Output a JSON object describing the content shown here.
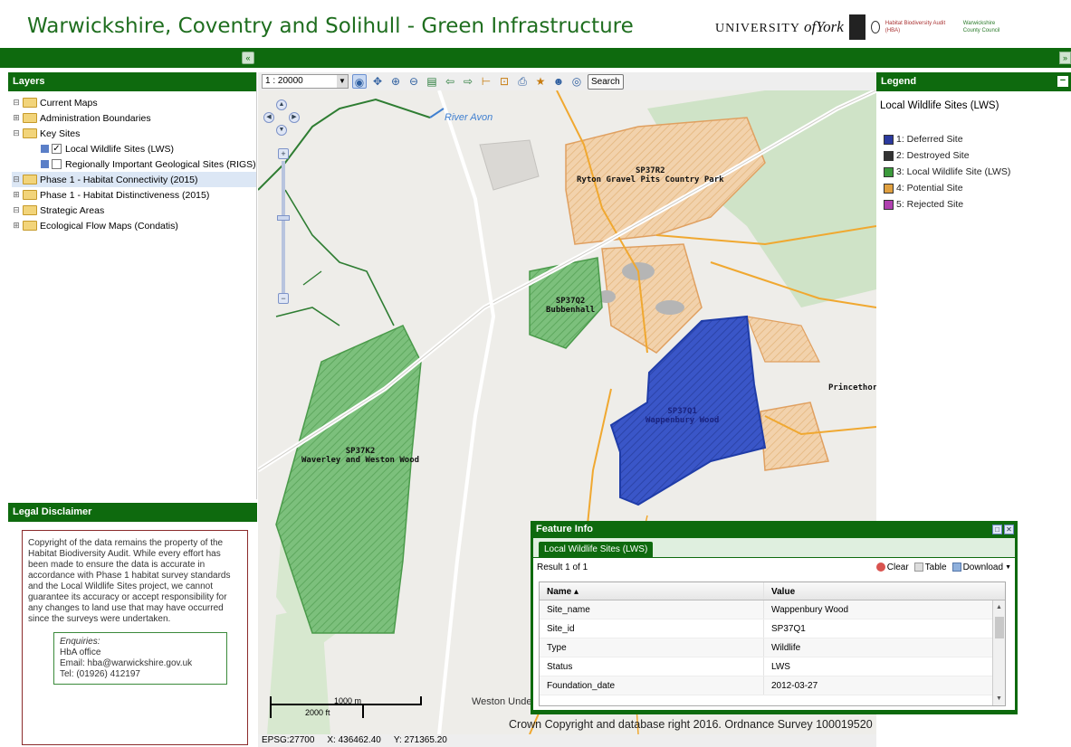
{
  "header": {
    "title": "Warwickshire, Coventry and Solihull - Green Infrastructure",
    "logos": {
      "york_prefix": "UNIVERSITY",
      "york_of": "of",
      "york_name": "York",
      "hba_text": "Habitat Biodiversity Audit (HBA)",
      "wcc_text": "Warwickshire County Council"
    }
  },
  "layers": {
    "title": "Layers",
    "items": [
      {
        "label": "Current Maps"
      },
      {
        "label": "Administration Boundaries"
      },
      {
        "label": "Key Sites"
      },
      {
        "label": "Local Wildlife Sites (LWS)",
        "checked": true
      },
      {
        "label": "Regionally Important Geological Sites (RIGS)",
        "checked": false
      },
      {
        "label": "Phase 1 - Habitat Connectivity (2015)"
      },
      {
        "label": "Phase 1 - Habitat Distinctiveness (2015)"
      },
      {
        "label": "Strategic Areas"
      },
      {
        "label": "Ecological Flow Maps (Condatis)"
      }
    ]
  },
  "disclaimer": {
    "title": "Legal Disclaimer",
    "text": "Copyright of the data remains the property of the Habitat Biodiversity Audit. While every effort has been made to ensure the data is accurate in accordance with Phase 1 habitat survey standards and the Local Wildlife Sites project, we cannot guarantee its accuracy or accept responsibility for any changes to land use that may have occurred since the surveys were undertaken.",
    "enquiries_label": "Enquiries:",
    "office": "HbA office",
    "email": "Email: hba@warwickshire.gov.uk",
    "tel": "Tel: (01926) 412197"
  },
  "toolbar": {
    "scale": "1 : 20000",
    "search_label": "Search"
  },
  "map": {
    "labels": [
      {
        "code": "SP37R2",
        "name": "Ryton Gravel Pits Country Park"
      },
      {
        "code": "SP37Q2",
        "name": "Bubbenhall"
      },
      {
        "code": "SP37Q1",
        "name": "Wappenbury Wood"
      },
      {
        "code": "SP37K2",
        "name": "Waverley and Weston Wood"
      }
    ],
    "river_label": "River Avon",
    "place_princethorpe": "Princethorpe",
    "place_weston": "Weston Under",
    "scale_m": "1000 m",
    "scale_ft": "2000 ft",
    "copyright": "Crown Copyright and database right 2016. Ordnance Survey 100019520"
  },
  "status": {
    "epsg": "EPSG:27700",
    "x": "X: 436462.40",
    "y": "Y: 271365.20"
  },
  "legend": {
    "title": "Legend",
    "layer_title": "Local Wildlife Sites (LWS)",
    "items": [
      {
        "label": "1: Deferred Site",
        "color": "#2b3a9e"
      },
      {
        "label": "2: Destroyed Site",
        "color": "#333333"
      },
      {
        "label": "3: Local Wildlife Site (LWS)",
        "color": "#3c9a3c"
      },
      {
        "label": "4: Potential Site",
        "color": "#e0a040"
      },
      {
        "label": "5: Rejected Site",
        "color": "#b040b0"
      }
    ]
  },
  "feature_info": {
    "title": "Feature Info",
    "tab": "Local Wildlife Sites (LWS)",
    "result": "Result 1 of 1",
    "clear": "Clear",
    "table": "Table",
    "download": "Download",
    "col_name": "Name",
    "col_value": "Value",
    "rows": [
      {
        "name": "Site_name",
        "value": "Wappenbury Wood"
      },
      {
        "name": "Site_id",
        "value": "SP37Q1"
      },
      {
        "name": "Type",
        "value": "Wildlife"
      },
      {
        "name": "Status",
        "value": "LWS"
      },
      {
        "name": "Foundation_date",
        "value": "2012-03-27"
      }
    ]
  },
  "colors": {
    "header_green": "#0e6a0e",
    "lws_green": "#7cc07c",
    "potential_orange": "#f2c79a",
    "selected_blue": "#3a56c8"
  }
}
